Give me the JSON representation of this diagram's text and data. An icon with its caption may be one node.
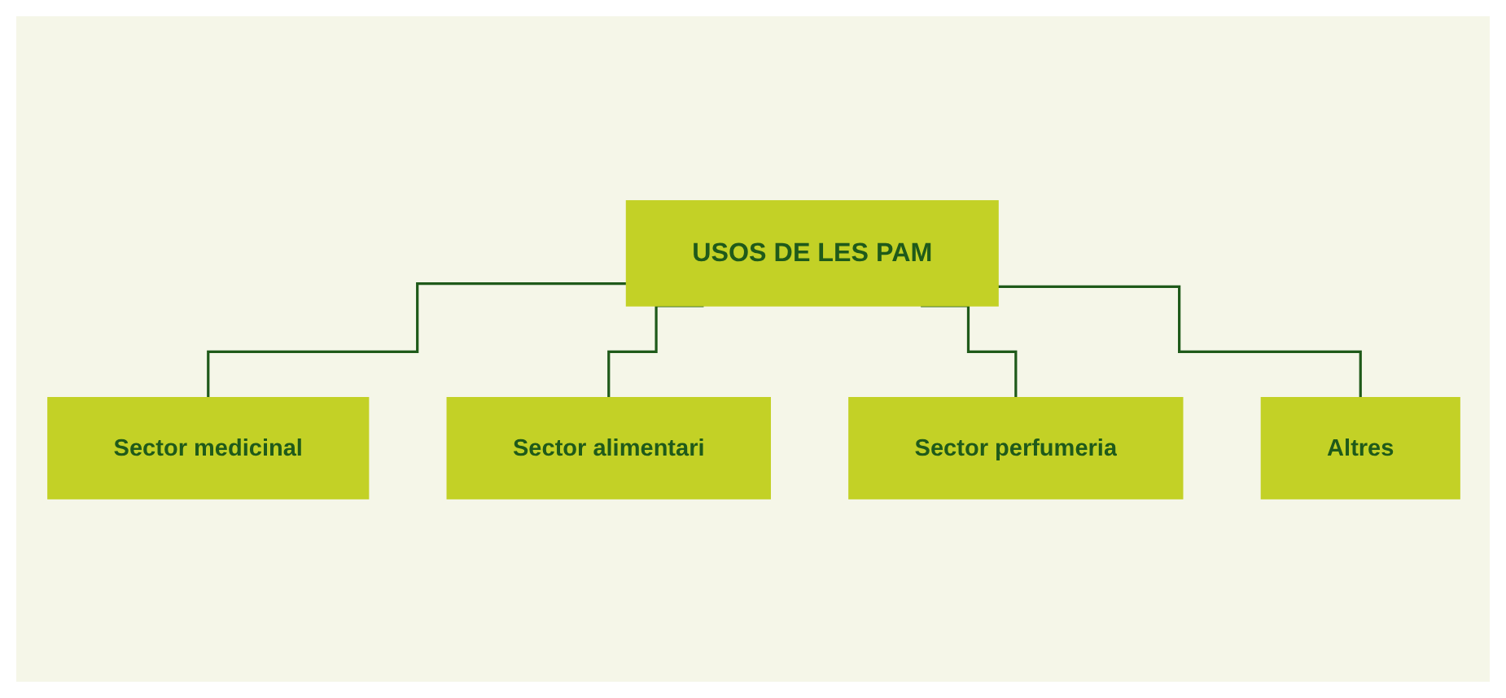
{
  "diagram": {
    "nodes": [
      {
        "text": [
          "USOS DE LES PAM"
        ]
      },
      {
        "text": [
          "Sector medicinal"
        ]
      },
      {
        "text": [
          "Sector alimentari"
        ]
      },
      {
        "text": [
          "Sector perfumeria"
        ]
      },
      {
        "text": [
          "Altres"
        ]
      }
    ],
    "edges": [
      {
        "from": 0,
        "to": 1,
        "arrow": "none"
      },
      {
        "from": 0,
        "to": 2,
        "arrow": "none"
      },
      {
        "from": 0,
        "to": 3,
        "arrow": "none"
      },
      {
        "from": 0,
        "to": 4,
        "arrow": "none"
      }
    ]
  }
}
